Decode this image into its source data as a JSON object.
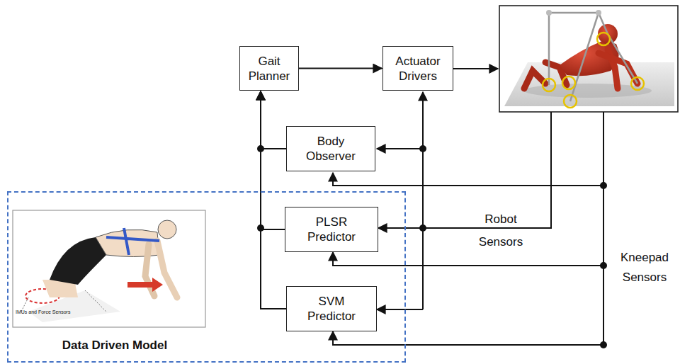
{
  "diagram": {
    "nodes": [
      {
        "text": [
          "Gait Planner"
        ]
      },
      {
        "text": [
          "Actuator Drivers"
        ]
      },
      {
        "text": [
          "Body Observer"
        ]
      },
      {
        "text": [
          "Data Driven Model"
        ]
      },
      {
        "text": [
          "PLSR Predictor"
        ],
        "in": 3
      },
      {
        "text": [
          "SVM Predictor"
        ],
        "in": 3
      }
    ],
    "edges": [
      {
        "from": 0,
        "to": 1,
        "arrow": "to"
      },
      {
        "from": 2,
        "to": 0,
        "arrow": "to"
      },
      {
        "from": 4,
        "to": 0,
        "arrow": "to"
      },
      {
        "from": 5,
        "to": 0,
        "arrow": "to"
      }
    ],
    "labels": [
      "Robot Sensors",
      "Kneepad Sensors",
      "IMUs and Force Sensors"
    ]
  }
}
